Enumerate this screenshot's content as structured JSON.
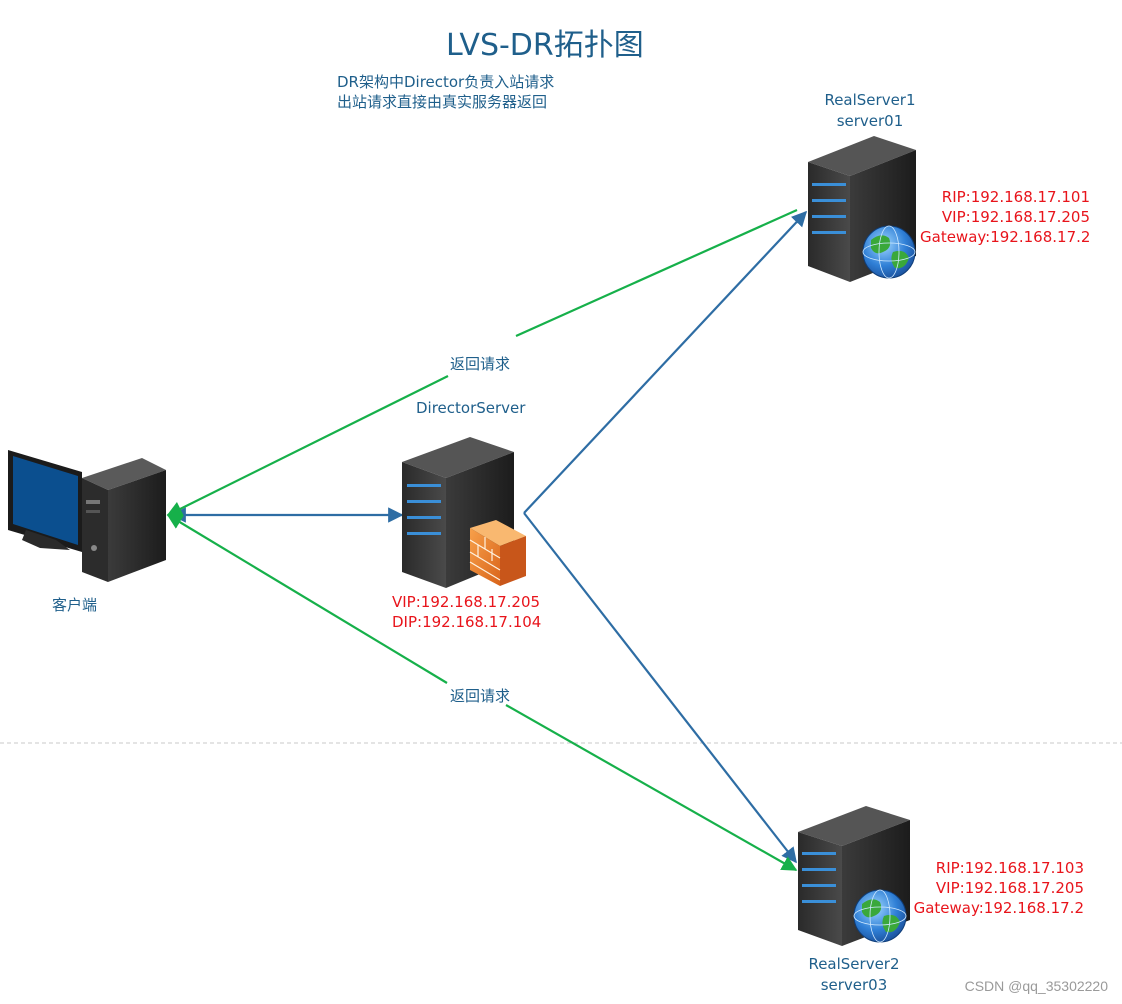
{
  "title": "LVS-DR拓扑图",
  "note": {
    "line1": "DR架构中Director负责入站请求",
    "line2": "出站请求直接由真实服务器返回"
  },
  "client": {
    "label": "客户端"
  },
  "director": {
    "name": "DirectorServer",
    "vip": "VIP:192.168.17.205",
    "dip": "DIP:192.168.17.104"
  },
  "real_servers": [
    {
      "name": "RealServer1",
      "host": "server01",
      "rip": "RIP:192.168.17.101",
      "vip": "VIP:192.168.17.205",
      "gateway": "Gateway:192.168.17.2"
    },
    {
      "name": "RealServer2",
      "host": "server03",
      "rip": "RIP:192.168.17.103",
      "vip": "VIP:192.168.17.205",
      "gateway": "Gateway:192.168.17.2"
    }
  ],
  "edges": {
    "return_label_top": "返回请求",
    "return_label_bottom": "返回请求"
  },
  "colors": {
    "request_line": "#2e6da4",
    "return_line": "#16b04a",
    "title": "#1f5f8b",
    "ip_text": "#e8141b"
  },
  "watermark": "CSDN @qq_35302220"
}
